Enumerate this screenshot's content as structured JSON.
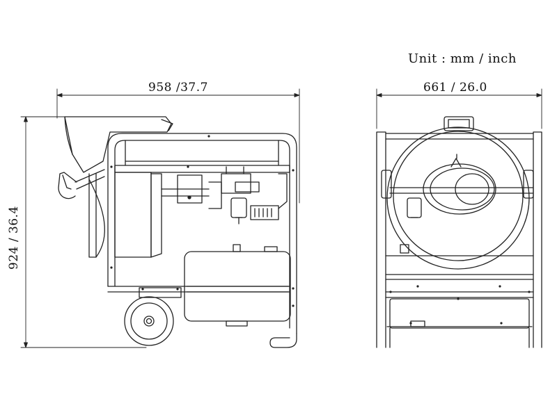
{
  "unit_label": "Unit : mm / inch",
  "dimensions": {
    "width": "958 /37.7",
    "depth": "661 / 26.0",
    "height": "924 / 36.4"
  },
  "views": {
    "side": "side-view",
    "front": "front-view"
  }
}
